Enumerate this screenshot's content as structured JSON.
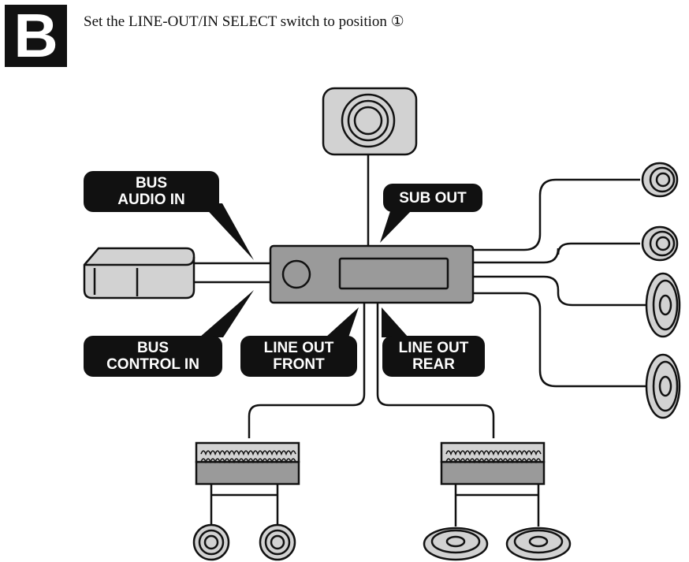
{
  "header": {
    "section_letter": "B",
    "instruction": "Set the LINE-OUT/IN SELECT switch to position ①"
  },
  "labels": {
    "bus_audio_in": [
      "BUS",
      "AUDIO IN"
    ],
    "sub_out": [
      "SUB OUT"
    ],
    "bus_control_in": [
      "BUS",
      "CONTROL IN"
    ],
    "line_out_front": [
      "LINE OUT",
      "FRONT"
    ],
    "line_out_rear": [
      "LINE OUT",
      "REAR"
    ]
  },
  "colors": {
    "device_fill": "#9a9a9a",
    "light_fill": "#d2d2d2",
    "label_bg": "#111111",
    "line": "#111111"
  },
  "icons": [
    "subwoofer-icon",
    "cd-changer-icon",
    "head-unit-icon",
    "amplifier-icon",
    "tweeter-icon",
    "oval-speaker-icon"
  ]
}
